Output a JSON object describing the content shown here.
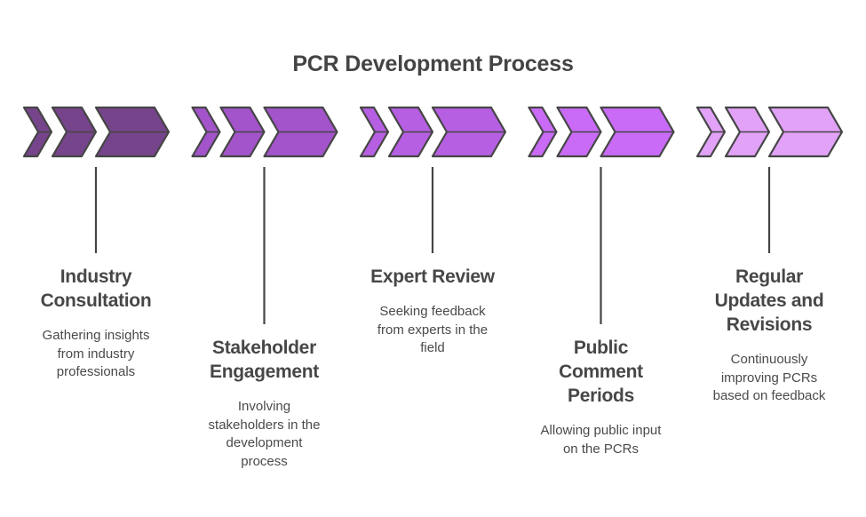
{
  "title": "PCR Development Process",
  "stroke_color": "#454545",
  "steps": [
    {
      "title": "Industry Consultation",
      "title_lines": [
        "Industry",
        "Consultation"
      ],
      "description": "Gathering insights from industry professionals",
      "desc_lines": [
        "Gathering insights",
        "from industry",
        "professionals"
      ],
      "color": "#76448A",
      "position": "high"
    },
    {
      "title": "Stakeholder Engagement",
      "title_lines": [
        "Stakeholder",
        "Engagement"
      ],
      "description": "Involving stakeholders in the development process",
      "desc_lines": [
        "Involving",
        "stakeholders in the",
        "development",
        "process"
      ],
      "color": "#A354CB",
      "position": "low"
    },
    {
      "title": "Expert Review",
      "title_lines": [
        "Expert Review"
      ],
      "description": "Seeking feedback from experts in the field",
      "desc_lines": [
        "Seeking feedback",
        "from experts in the",
        "field"
      ],
      "color": "#B65FE3",
      "position": "high"
    },
    {
      "title": "Public Comment Periods",
      "title_lines": [
        "Public",
        "Comment",
        "Periods"
      ],
      "description": "Allowing public input on the PCRs",
      "desc_lines": [
        "Allowing public input",
        "on the PCRs"
      ],
      "color": "#C96BF7",
      "position": "low"
    },
    {
      "title": "Regular Updates and Revisions",
      "title_lines": [
        "Regular",
        "Updates and",
        "Revisions"
      ],
      "description": "Continuously improving PCRs based on feedback",
      "desc_lines": [
        "Continuously",
        "improving PCRs",
        "based on feedback"
      ],
      "color": "#E1A2F8",
      "position": "high"
    }
  ]
}
